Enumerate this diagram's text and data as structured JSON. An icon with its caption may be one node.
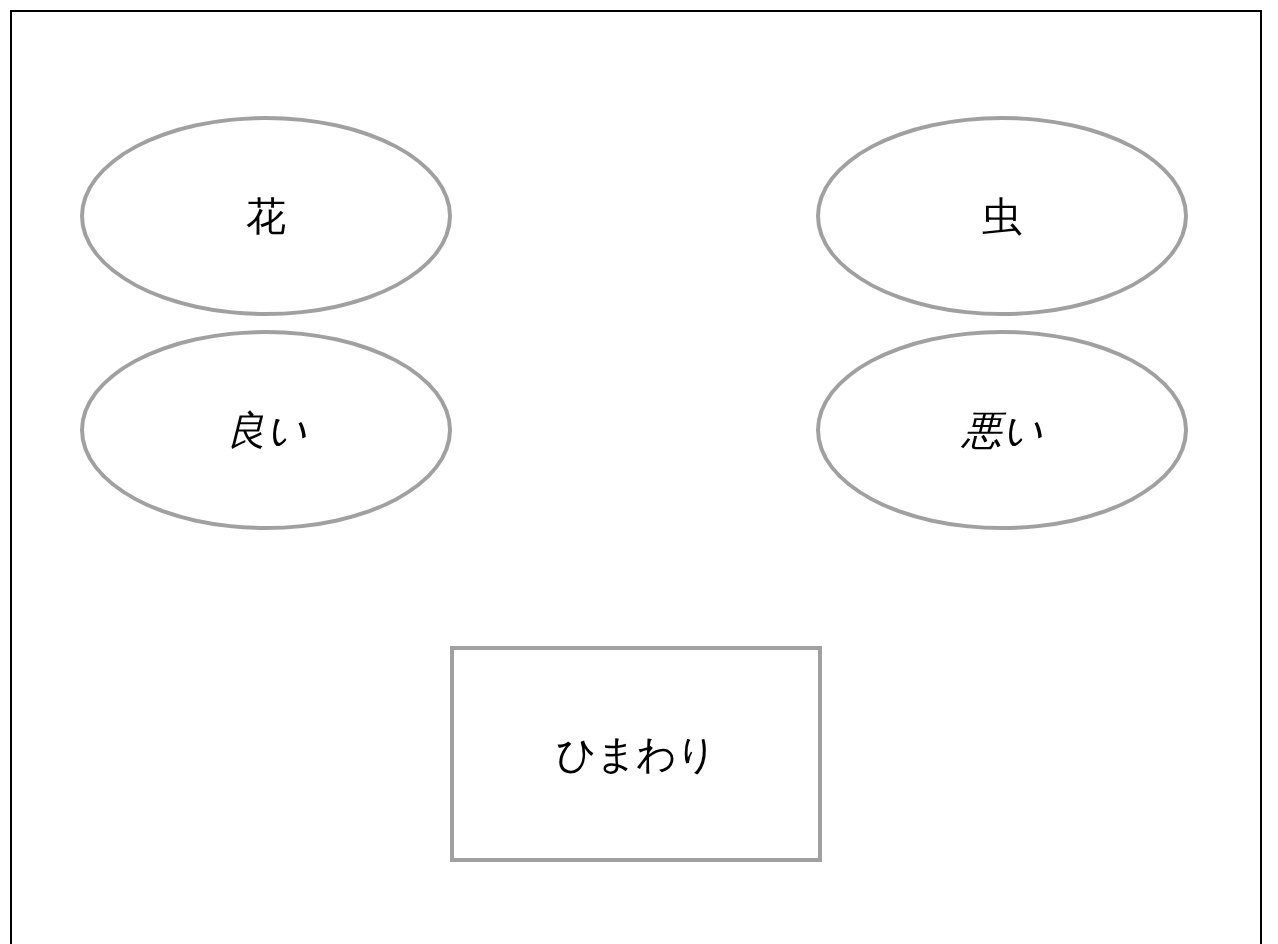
{
  "diagram": {
    "nodes": [
      {
        "text": [
          "花"
        ]
      },
      {
        "text": [
          "虫"
        ]
      },
      {
        "text": [
          "良い"
        ]
      },
      {
        "text": [
          "悪い"
        ]
      },
      {
        "text": [
          "ひまわり"
        ]
      }
    ]
  }
}
